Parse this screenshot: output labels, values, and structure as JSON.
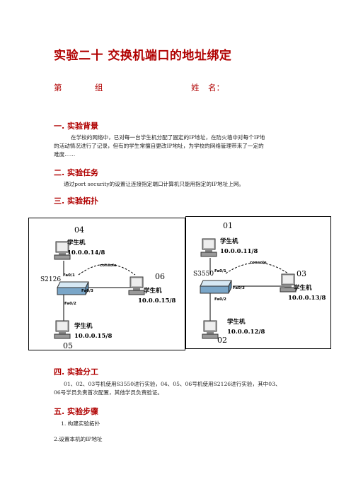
{
  "doc": {
    "title": "实验二十  交换机端口的地址绑定",
    "group_label": "第",
    "group_suffix": "组",
    "name_label": "姓",
    "name_suffix": "名："
  },
  "sections": {
    "s1_heading": "一. 实验背景",
    "s1_line1": "在学校的网络中，已对每一台学生机分配了固定的IP地址，在防火墙中对每个IP地",
    "s1_line2": "的活动情况进行了记录，但有的学生常擅自更改IP地址，为学校的网络管理带来了一定的",
    "s1_line3": "难度……",
    "s2_heading": "二. 实验任务",
    "s2_line1": "通过port security的设置让连接指定端口计算机只能用指定的IP地址上网。",
    "s3_heading": "三. 实验拓扑",
    "s4_heading": "四. 实验分工",
    "s4_line1": "01、02、03号机使用S3550进行实验，04、05、06号机使用S2126进行实验，其中03、",
    "s4_line2": "06号学员负责首次配置，其他学员负责验证。",
    "s5_heading": "五. 实验步骤",
    "s5_step1": "1. 构建实验拓扑",
    "s5_step2": "2.设置本机的IP地址"
  },
  "topology_left": {
    "switch": "S2126",
    "console": "console",
    "port1": "Fa0/1",
    "port2": "Fa0/2",
    "port3": "Fa0/3",
    "pc_top_num": "04",
    "pc_top_label": "学生机",
    "pc_top_ip": "10.0.0.14/8",
    "pc_right_num": "06",
    "pc_right_label": "学生机",
    "pc_right_ip": "10.0.0.15/8",
    "pc_bottom_num": "05",
    "pc_bottom_label": "学生机",
    "pc_bottom_ip": "10.0.0.15/8"
  },
  "topology_right": {
    "switch": "S3550",
    "console": "console",
    "port1": "Fa0/1",
    "port2": "Fa0/2",
    "port3": "Fa0/3",
    "pc_top_num": "01",
    "pc_top_label": "学生机",
    "pc_top_ip": "10.0.0.11/8",
    "pc_right_num": "03",
    "pc_right_label": "学生机",
    "pc_right_ip": "10.0.0.13/8",
    "pc_bottom_num": "02",
    "pc_bottom_label": "学生机",
    "pc_bottom_ip": "10.0.0.12/8"
  }
}
